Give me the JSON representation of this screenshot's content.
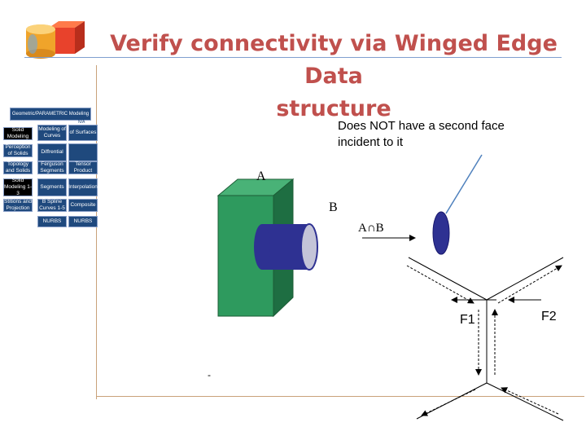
{
  "slide": {
    "title_line1": "Verify connectivity via Winged Edge Data",
    "title_line2": "structure"
  },
  "sidebar": {
    "header": "Geometric/PARAMETRIC Modeling",
    "col1": [
      "Solid Modeling",
      "Perception of Solids",
      "Topology and Solids",
      "Solid Modeling 1-3",
      "Stitions and Projection"
    ],
    "col2": [
      "Modeling of Curves",
      "Diffrential",
      "Ferguson Segments",
      "Segments",
      "B Spline Curves 1-5",
      "NURBS"
    ],
    "col3": [
      "of Surfaces",
      "",
      "Tensor Product",
      "Interpolation",
      "Composite",
      "NURBS"
    ],
    "small_top": "N/A"
  },
  "annotations": {
    "no_second_face": "Does NOT have a second face incident to it",
    "label_a": "A",
    "label_b": "B",
    "intersection": "A∩B",
    "face1": "F1",
    "face2": "F2",
    "dash": "-"
  },
  "colors": {
    "title": "#c0504d",
    "cube_front": "#2e9a5e",
    "cube_side": "#1e6e42",
    "cube_top": "#49b277",
    "cylinder": "#2e3192",
    "accent_blue": "#4f81bd"
  }
}
